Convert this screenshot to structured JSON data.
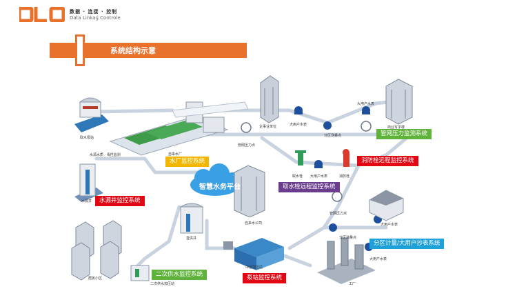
{
  "header": {
    "logo_text": "OLO",
    "brand_cn": "数据 · 连接 · 控制",
    "brand_en": "Data Linkag Controle",
    "section_title": "系统结构示意"
  },
  "platform": {
    "label": "智慧水务平台"
  },
  "systems": {
    "water_plant": "水厂监控系统",
    "pipe_pressure": "管网压力监测系统",
    "hydrant": "消防栓远程监控系统",
    "hydrant_water": "取水栓远程监控系统",
    "source_well": "水源井监控系统",
    "district_metering": "分区计量/大用户抄表系统",
    "secondary_supply": "二次供水监控系统",
    "pump_station": "泵站监控系统"
  },
  "nodes": {
    "intake": "取水泵站",
    "water_source": "水源水质 · 毒性监测",
    "plant": "自来水厂",
    "enterprise": "企事业单位",
    "big_meter": "大用户水表",
    "zone_point": "分区测量点",
    "big_meter_2": "大用户水表",
    "office": "商业写字楼",
    "pressure_point": "管网压力点",
    "hydrant_valve": "取水栓",
    "big_meter_3": "大用户水表",
    "fire_hydrant": "消防栓",
    "company": "自来水公司",
    "pressure_point_2": "管网压力点",
    "well": "水源井",
    "pool": "直供井",
    "residential": "居民小区",
    "secondary_station": "二次供水加压站",
    "pump": "中途加压站",
    "zone_point_2": "分区测量点",
    "big_meter_4": "大用户水表",
    "big_meter_5": "大用户水表",
    "factory": "工厂"
  },
  "colors": {
    "accent": "#e8712b",
    "pipe": "#c9d3e0",
    "red": "#e30613",
    "yellow": "#f2b705",
    "purple": "#6a3d8f",
    "green": "#5fb33b",
    "cyan": "#1ea0d8",
    "cloud": "#3aa0e6"
  }
}
